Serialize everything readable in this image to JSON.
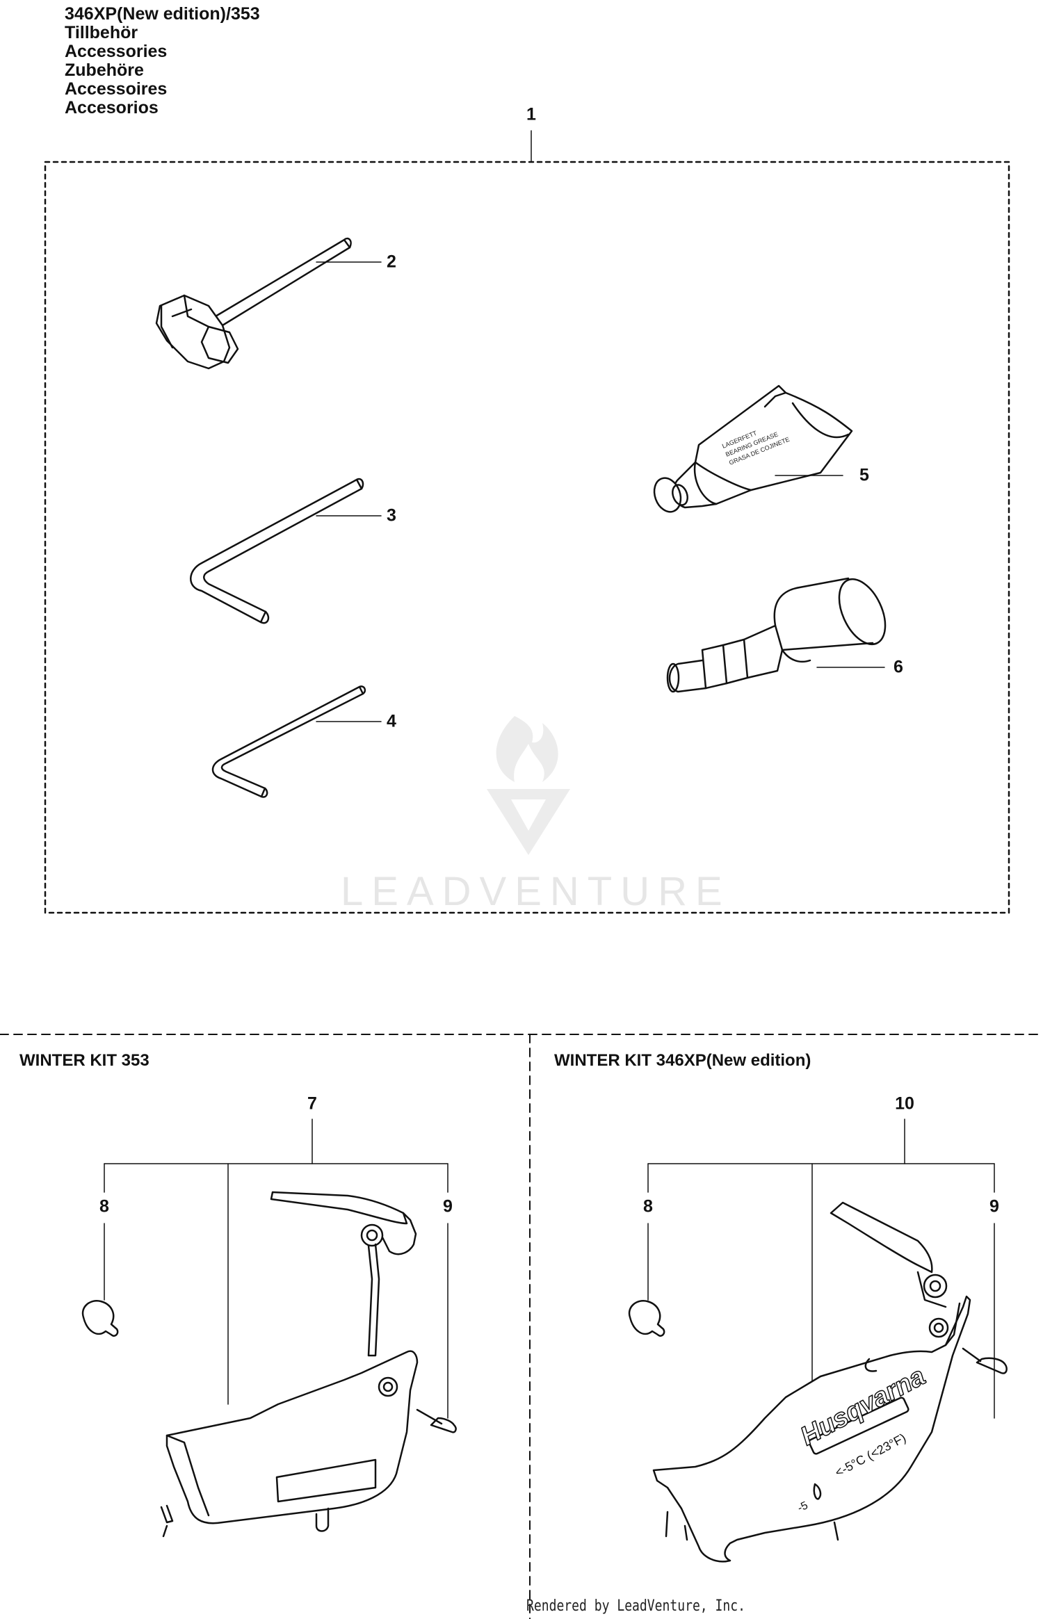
{
  "header": {
    "model": "346XP(New edition)/353",
    "titles": [
      "Tillbehör",
      "Accessories",
      "Zubehöre",
      "Accessoires",
      "Accesorios"
    ]
  },
  "watermark": {
    "brand": "LEADVENTURE"
  },
  "kits": {
    "winter_353": {
      "title": "WINTER KIT 353"
    },
    "winter_346": {
      "title": "WINTER KIT 346XP(New edition)"
    }
  },
  "callouts": {
    "c1": "1",
    "c2": "2",
    "c3": "3",
    "c4": "4",
    "c5": "5",
    "c6": "6",
    "c7": "7",
    "c8a": "8",
    "c9a": "9",
    "c10": "10",
    "c8b": "8",
    "c9b": "9"
  },
  "parts": {
    "grease_tube_lines": [
      "LAGERFETT",
      "BEARING GREASE",
      "GRASA DE COJINETE"
    ],
    "cover_logo": "Husqvarna",
    "temp_label": "<-5°C (<23°F)",
    "cover_minus": "-5"
  },
  "footer": {
    "text": "Rendered by LeadVenture, Inc."
  }
}
